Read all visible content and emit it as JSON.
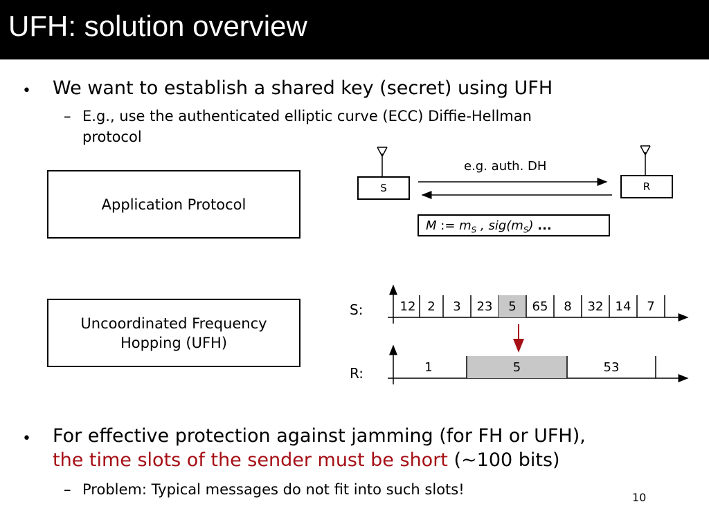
{
  "slide": {
    "title": "UFH: solution overview",
    "page_number": "10"
  },
  "bullets": {
    "b1": {
      "text": "We want to establish a shared key (secret) using UFH",
      "sub": [
        {
          "line1": "E.g., use the authenticated elliptic curve (ECC) Diffie-Hellman",
          "line2": "protocol"
        }
      ]
    },
    "b2": {
      "line1": "For effective protection against jamming (for FH or UFH),",
      "red_text": "the time slots of the sender must be short",
      "rest": "(~100 bits)",
      "sub": [
        {
          "text": "Problem: Typical messages do not fit into such slots!"
        }
      ]
    },
    "bullet_char": "•",
    "dash_char": "–"
  },
  "diagram": {
    "app_box": "Application Protocol",
    "ufh_box_line1": "Uncoordinated Frequency",
    "ufh_box_line2": "Hopping (UFH)",
    "sender_label": "S",
    "receiver_label": "R",
    "exchange_label": "e.g. auth. DH",
    "formula": {
      "M": "M",
      "assign": " := ",
      "m": "m",
      "sub_s": "S",
      "sep": " , ",
      "sig": "sig(m",
      "close": ")",
      "ellipsis": "..."
    },
    "s_row_label": "S:",
    "r_row_label": "R:",
    "s_slots": [
      "12",
      "2",
      "3",
      "23",
      "5",
      "65",
      "8",
      "32",
      "14",
      "7"
    ],
    "s_highlight_index": 4,
    "r_slots": [
      "1",
      "5",
      "53"
    ],
    "r_highlight_index": 1,
    "highlight_color": "#c8c8c8",
    "arrow_color": "#a50f15"
  }
}
